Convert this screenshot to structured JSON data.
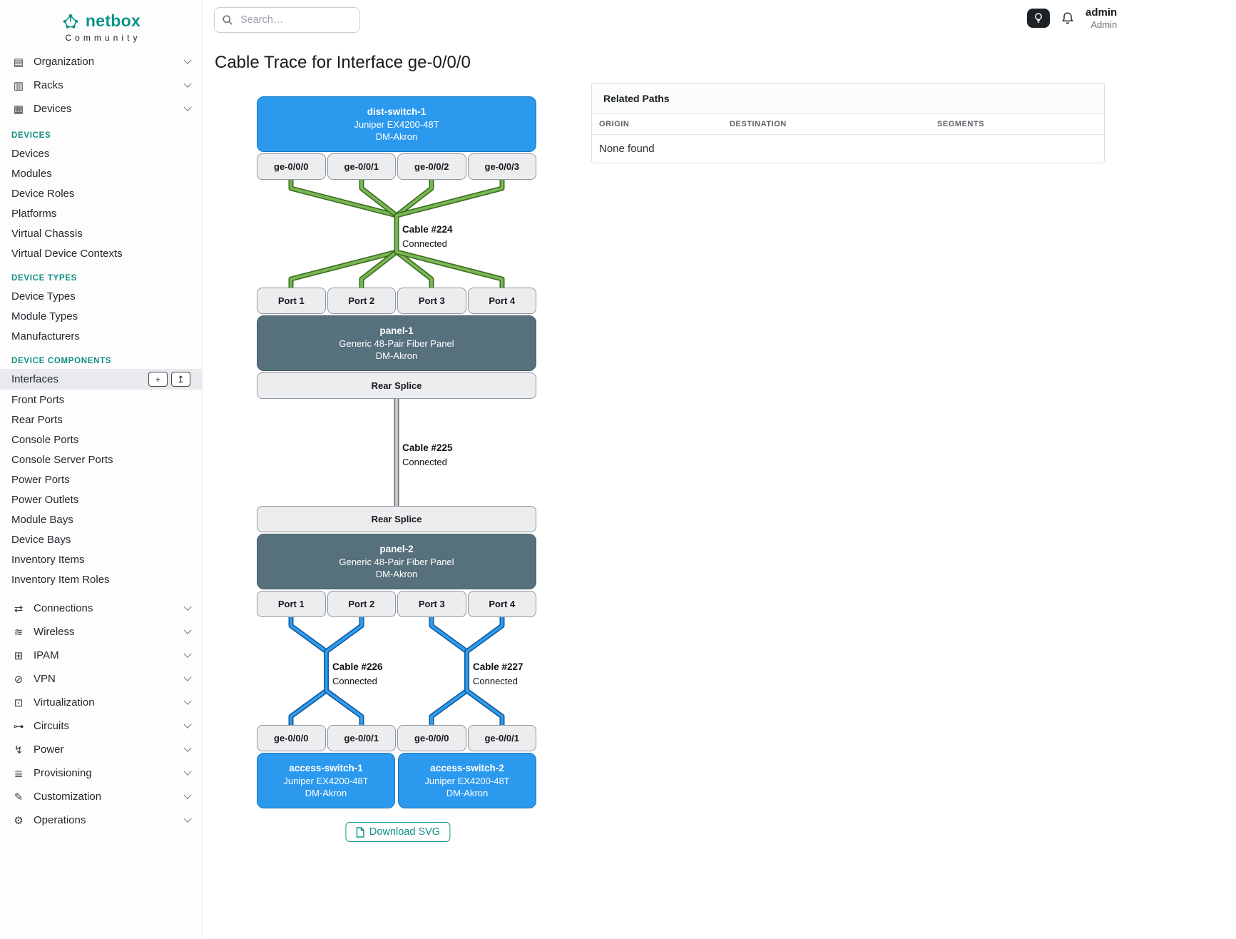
{
  "brand": {
    "name": "netbox",
    "subtitle": "Community"
  },
  "topbar": {
    "search_placeholder": "Search…",
    "username": "admin",
    "role": "Admin"
  },
  "icons": {
    "add": "+",
    "import": "↥"
  },
  "sidebar": {
    "top_groups": [
      {
        "label": "Organization",
        "glyph": "▤"
      },
      {
        "label": "Racks",
        "glyph": "▥"
      },
      {
        "label": "Devices",
        "glyph": "▦"
      }
    ],
    "sections": [
      {
        "title": "DEVICES",
        "items": [
          "Devices",
          "Modules",
          "Device Roles",
          "Platforms",
          "Virtual Chassis",
          "Virtual Device Contexts"
        ]
      },
      {
        "title": "DEVICE TYPES",
        "items": [
          "Device Types",
          "Module Types",
          "Manufacturers"
        ]
      },
      {
        "title": "DEVICE COMPONENTS",
        "items": [
          "Interfaces",
          "Front Ports",
          "Rear Ports",
          "Console Ports",
          "Console Server Ports",
          "Power Ports",
          "Power Outlets",
          "Module Bays",
          "Device Bays",
          "Inventory Items",
          "Inventory Item Roles"
        ]
      }
    ],
    "bottom_groups": [
      {
        "label": "Connections",
        "glyph": "⇄"
      },
      {
        "label": "Wireless",
        "glyph": "≋"
      },
      {
        "label": "IPAM",
        "glyph": "⊞"
      },
      {
        "label": "VPN",
        "glyph": "⊘"
      },
      {
        "label": "Virtualization",
        "glyph": "⊡"
      },
      {
        "label": "Circuits",
        "glyph": "⊶"
      },
      {
        "label": "Power",
        "glyph": "↯"
      },
      {
        "label": "Provisioning",
        "glyph": "≣"
      },
      {
        "label": "Customization",
        "glyph": "✎"
      },
      {
        "label": "Operations",
        "glyph": "⚙"
      }
    ],
    "active_item": "Interfaces"
  },
  "page": {
    "title": "Cable Trace for Interface ge-0/0/0"
  },
  "trace": {
    "dist_switch": {
      "name": "dist-switch-1",
      "model": "Juniper EX4200-48T",
      "site": "DM-Akron"
    },
    "dist_interfaces": [
      "ge-0/0/0",
      "ge-0/0/1",
      "ge-0/0/2",
      "ge-0/0/3"
    ],
    "cables": {
      "c224": {
        "name": "Cable #224",
        "status": "Connected"
      },
      "c225": {
        "name": "Cable #225",
        "status": "Connected"
      },
      "c226": {
        "name": "Cable #226",
        "status": "Connected"
      },
      "c227": {
        "name": "Cable #227",
        "status": "Connected"
      }
    },
    "panel1": {
      "name": "panel-1",
      "model": "Generic 48-Pair Fiber Panel",
      "site": "DM-Akron"
    },
    "panel1_front_ports": [
      "Port 1",
      "Port 2",
      "Port 3",
      "Port 4"
    ],
    "panel1_rear": "Rear Splice",
    "panel2_rear": "Rear Splice",
    "panel2": {
      "name": "panel-2",
      "model": "Generic 48-Pair Fiber Panel",
      "site": "DM-Akron"
    },
    "panel2_front_ports": [
      "Port 1",
      "Port 2",
      "Port 3",
      "Port 4"
    ],
    "access_interfaces": [
      "ge-0/0/0",
      "ge-0/0/1",
      "ge-0/0/0",
      "ge-0/0/1"
    ],
    "access_switch_1": {
      "name": "access-switch-1",
      "model": "Juniper EX4200-48T",
      "site": "DM-Akron"
    },
    "access_switch_2": {
      "name": "access-switch-2",
      "model": "Juniper EX4200-48T",
      "site": "DM-Akron"
    }
  },
  "related_paths": {
    "title": "Related Paths",
    "columns": [
      "ORIGIN",
      "DESTINATION",
      "SEGMENTS"
    ],
    "empty_text": "None found"
  },
  "actions": {
    "download_svg": "Download SVG"
  },
  "colors": {
    "brand_teal": "#0f9487",
    "device_blue": "#2b99ee",
    "panel_slate": "#56707c",
    "cable_green": "#79b753",
    "cable_blue": "#2f9ded",
    "cable_gray": "#c9ced2"
  }
}
